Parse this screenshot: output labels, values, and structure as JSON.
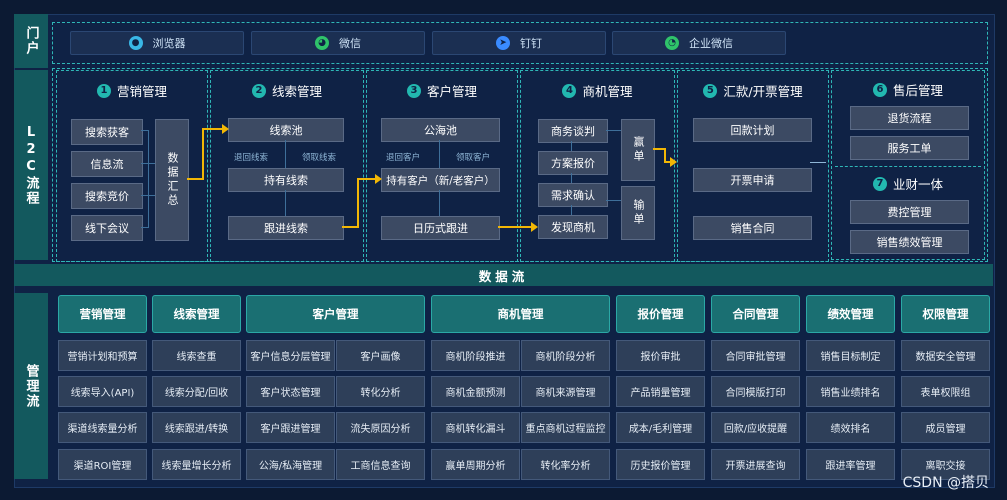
{
  "side_labels": {
    "portal": "门户",
    "l2c": "L2C流程",
    "mgmt": "管理流"
  },
  "portal": [
    {
      "label": "浏览器",
      "icon": "chrome-icon",
      "color": "#39b7e6"
    },
    {
      "label": "微信",
      "icon": "wechat-icon",
      "color": "#2fc36a"
    },
    {
      "label": "钉钉",
      "icon": "dingtalk-icon",
      "color": "#3a8bff"
    },
    {
      "label": "企业微信",
      "icon": "wecom-icon",
      "color": "#2fc36a"
    }
  ],
  "sections": {
    "marketing": {
      "num": "1",
      "title": "营销管理",
      "items": [
        "搜索获客",
        "信息流",
        "搜索竞价",
        "线下会议"
      ],
      "summary": "数据汇总"
    },
    "leads": {
      "num": "2",
      "title": "线索管理",
      "items": [
        "线索池",
        "持有线索",
        "跟进线索"
      ],
      "notes": [
        "退回线索",
        "领取线索"
      ]
    },
    "customer": {
      "num": "3",
      "title": "客户管理",
      "items": [
        "公海池",
        "持有客户（新/老客户）",
        "日历式跟进"
      ],
      "notes": [
        "退回客户",
        "领取客户"
      ]
    },
    "opportunity": {
      "num": "4",
      "title": "商机管理",
      "items": [
        "商务谈判",
        "方案报价",
        "需求确认",
        "发现商机"
      ],
      "win": "赢单",
      "lose": "输单"
    },
    "payment": {
      "num": "5",
      "title": "汇款/开票管理",
      "items": [
        "回款计划",
        "开票申请",
        "销售合同"
      ]
    },
    "aftersale": {
      "num": "6",
      "title": "售后管理",
      "items": [
        "退货流程",
        "服务工单"
      ]
    },
    "finance": {
      "num": "7",
      "title": "业财一体",
      "items": [
        "费控管理",
        "销售绩效管理"
      ]
    }
  },
  "dataflow": "数据流",
  "management": {
    "headers": [
      "营销管理",
      "线索管理",
      "客户管理",
      "商机管理",
      "报价管理",
      "合同管理",
      "绩效管理",
      "权限管理"
    ],
    "columns": [
      [
        "营销计划和预算",
        "线索导入(API)",
        "渠道线索量分析",
        "渠道ROI管理"
      ],
      [
        "线索查重",
        "线索分配/回收",
        "线索跟进/转换",
        "线索量增长分析"
      ],
      [
        "客户信息分层管理",
        "客户状态管理",
        "客户跟进管理",
        "公海/私海管理"
      ],
      [
        "客户画像",
        "转化分析",
        "流失原因分析",
        "工商信息查询"
      ],
      [
        "商机阶段推进",
        "商机金额预测",
        "商机转化漏斗",
        "赢单周期分析"
      ],
      [
        "商机阶段分析",
        "商机来源管理",
        "重点商机过程监控",
        "转化率分析"
      ],
      [
        "报价审批",
        "产品销量管理",
        "成本/毛利管理",
        "历史报价管理"
      ],
      [
        "合同审批管理",
        "合同模版打印",
        "回款/应收提醒",
        "开票进展查询"
      ],
      [
        "销售目标制定",
        "销售业绩排名",
        "绩效排名",
        "跟进率管理"
      ],
      [
        "数据安全管理",
        "表单权限组",
        "成员管理",
        "离职交接"
      ]
    ]
  },
  "watermark": "CSDN @搭贝"
}
